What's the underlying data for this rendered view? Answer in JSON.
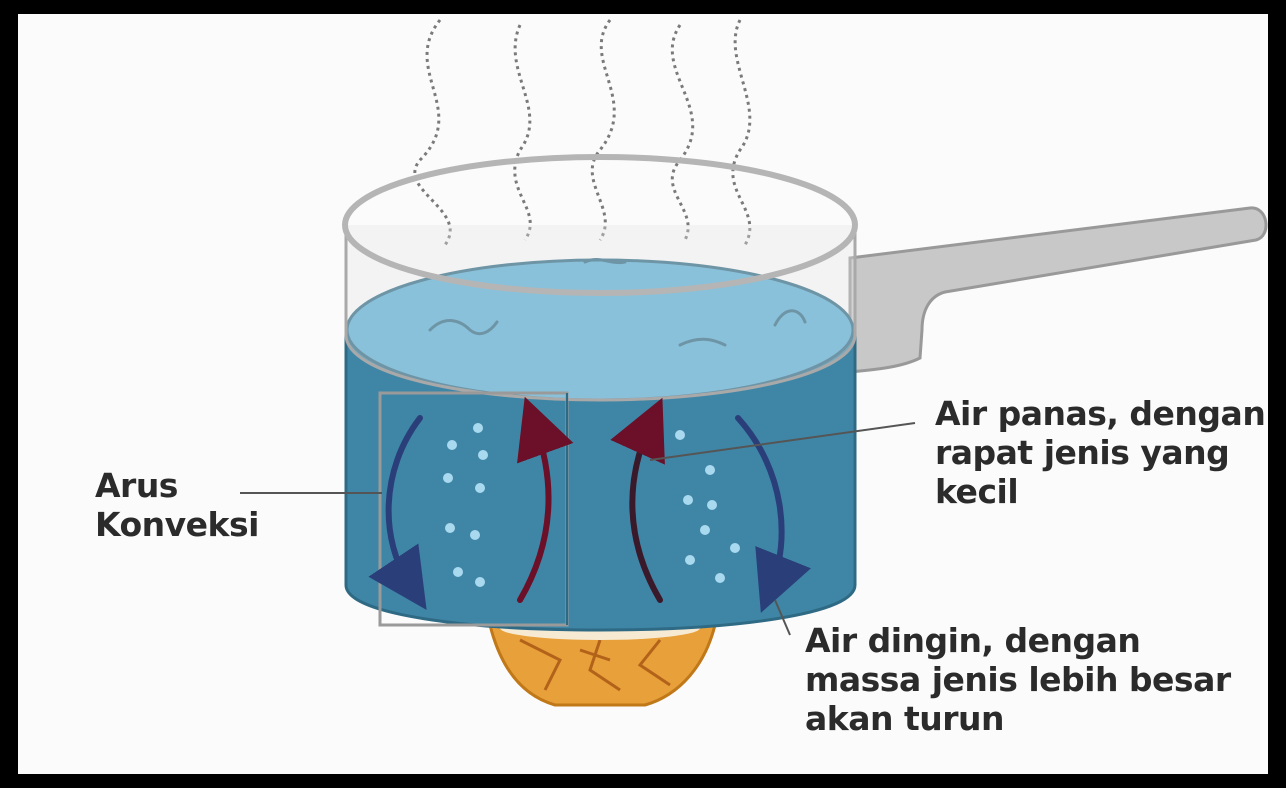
{
  "labels": {
    "arus": "Arus\nKonveksi",
    "air_panas": "Air panas, dengan\nrapat jenis yang\nkecil",
    "air_dingin": "Air dingin, dengan\nmassa jenis lebih besar\nakan turun"
  },
  "colors": {
    "water_top": "#5aaed4",
    "water_side": "#3f86a6",
    "pot_rim": "#b5b5b5",
    "handle": "#c8c8c8",
    "flame": "#e8a03a",
    "hot_arrow": "#6b1028",
    "cold_arrow": "#2a3f7a",
    "bubble": "#a9d9ef"
  }
}
